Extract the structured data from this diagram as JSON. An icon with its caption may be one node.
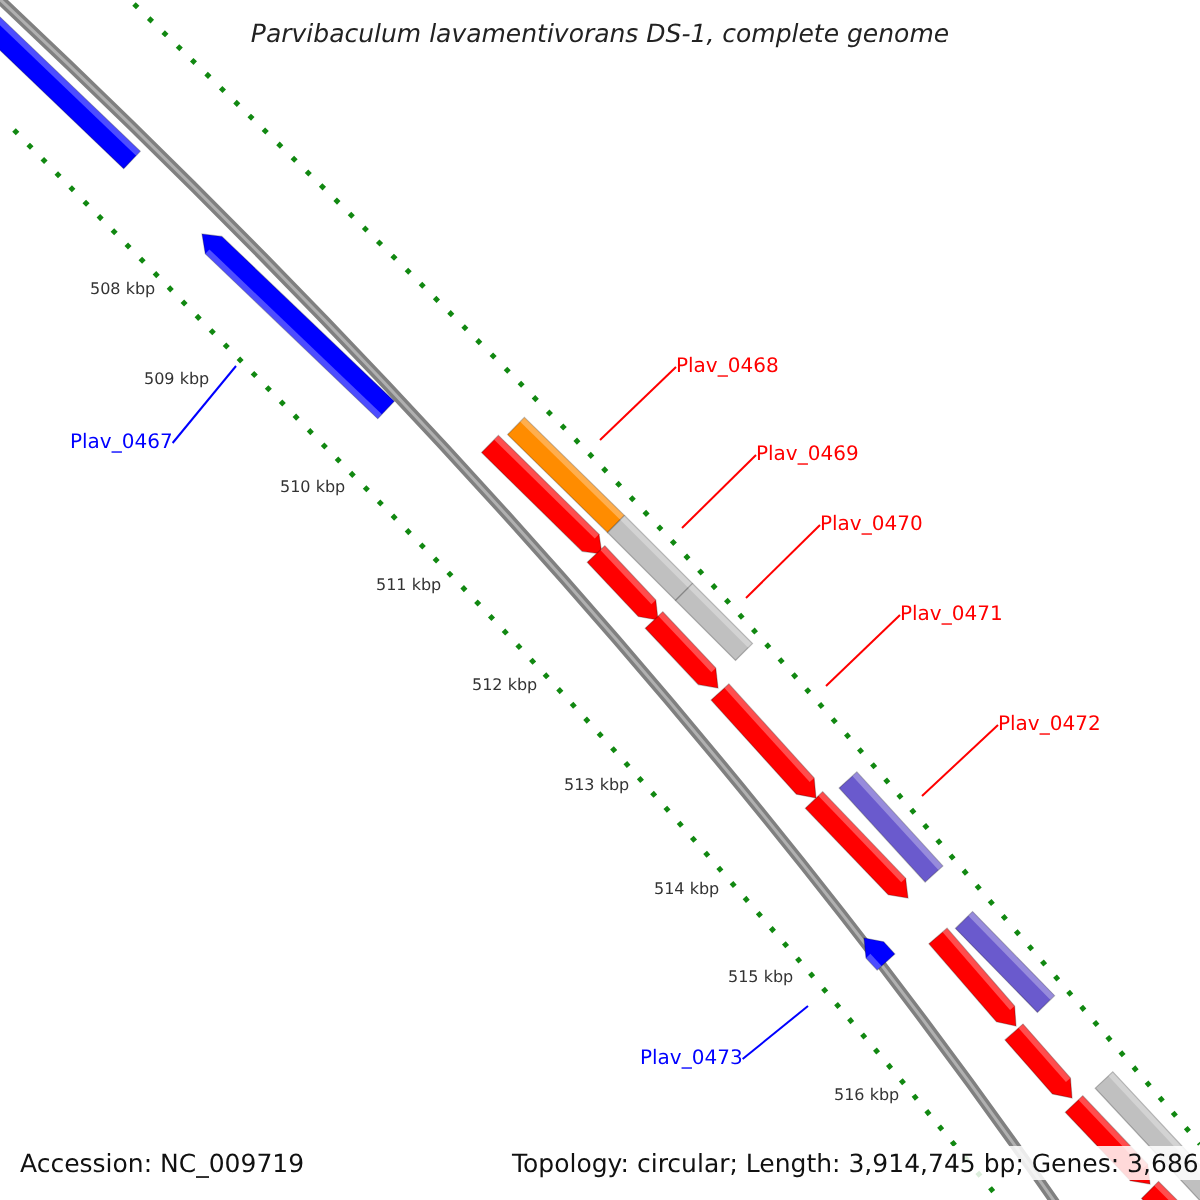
{
  "diagram": {
    "title": "Parvibaculum lavamentivorans DS-1, complete genome",
    "nodes": [
      {
        "text": [
          "Plav_0468"
        ]
      },
      {
        "text": [
          "Plav_0469"
        ]
      },
      {
        "text": [
          "Plav_0470"
        ]
      },
      {
        "text": [
          "Plav_0467"
        ]
      },
      {
        "text": [
          "Plav_0471"
        ]
      },
      {
        "text": [
          "Plav_0472"
        ]
      },
      {
        "text": [
          "Plav_0473"
        ]
      }
    ],
    "edges": [
      {
        "from": 0,
        "to": null,
        "arrow": "none"
      },
      {
        "from": 1,
        "to": null,
        "arrow": "none"
      },
      {
        "from": 2,
        "to": null,
        "arrow": "none"
      },
      {
        "from": 3,
        "to": null,
        "arrow": "none",
        "color": "#0000ff"
      },
      {
        "from": 4,
        "to": null,
        "arrow": "none"
      },
      {
        "from": 5,
        "to": null,
        "arrow": "none"
      },
      {
        "from": 6,
        "to": null,
        "arrow": "none",
        "color": "#0000ff"
      }
    ],
    "labels": [
      "508 kbp",
      "509 kbp",
      "510 kbp",
      "511 kbp",
      "512 kbp",
      "513 kbp",
      "514 kbp",
      "515 kbp",
      "516 kbp",
      "Accession: NC_009719",
      "Topology: circular; Length: 3,914,745 bp; Genes: 3,686"
    ]
  }
}
